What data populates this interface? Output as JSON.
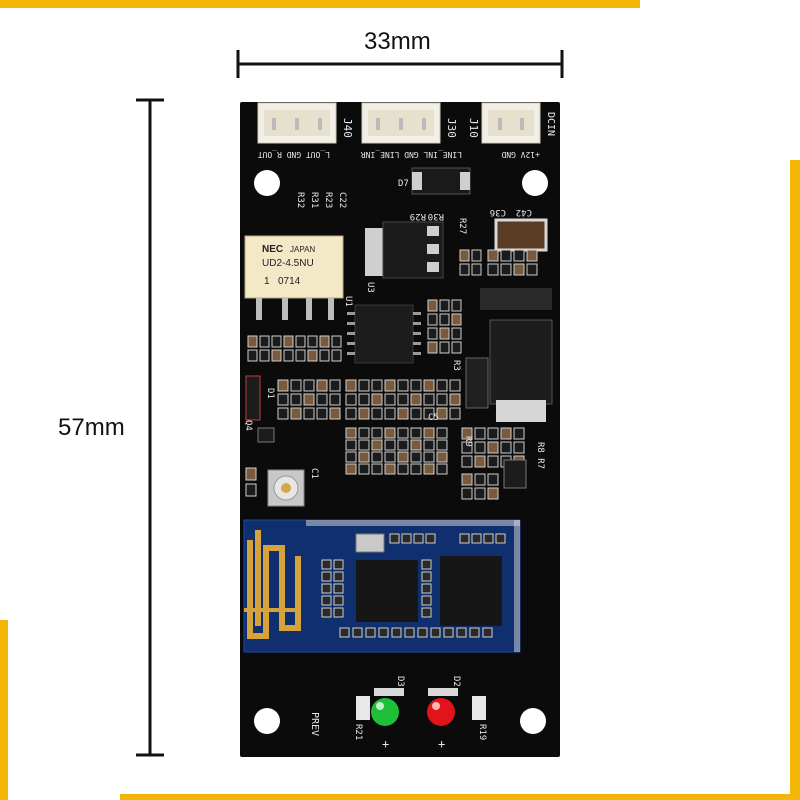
{
  "dimensions": {
    "width_label": "33mm",
    "height_label": "57mm"
  },
  "colors": {
    "accent_frame": "#f2b705",
    "pcb": "#0b0b0b",
    "bt_module": "#0f2f6e",
    "antenna": "#d6a23a",
    "led_green": "#1fbf3a",
    "led_red": "#e0141a",
    "connector": "#f2efe6",
    "relay": "#f3e9c6"
  },
  "connectors": [
    {
      "label": "J40",
      "pins": "L_OUT  GND  R_OUT"
    },
    {
      "label": "J30",
      "pins": "LINE_INL GND LINE_INR"
    },
    {
      "label": "J10",
      "pins": "+12V  GND"
    }
  ],
  "connector_side_label": "DCIN",
  "relay": {
    "brand": "NEC",
    "country": "JAPAN",
    "model": "UD2-4.5NU",
    "code1": "1",
    "code2": "0714"
  },
  "silkscreen": {
    "r32": "R32",
    "r31": "R31",
    "c22": "C22",
    "r23": "R23",
    "d7": "D7",
    "r29": "R29",
    "r30": "R30",
    "r27": "R27",
    "c42": "C42",
    "c36": "C36",
    "c5": "C5",
    "u3": "U3",
    "u1": "U1",
    "r9": "R9",
    "r8r7": "R8 R7",
    "q4": "Q4",
    "d1": "D1",
    "r3": "R3",
    "c1": "C1",
    "prev": "PREV",
    "d3": "D3",
    "d2": "D2",
    "r21": "R21",
    "r19": "R19",
    "plus1": "+",
    "plus2": "+"
  },
  "indicators": [
    {
      "name": "green-led",
      "color": "#1fbf3a"
    },
    {
      "name": "red-led",
      "color": "#e0141a"
    }
  ]
}
